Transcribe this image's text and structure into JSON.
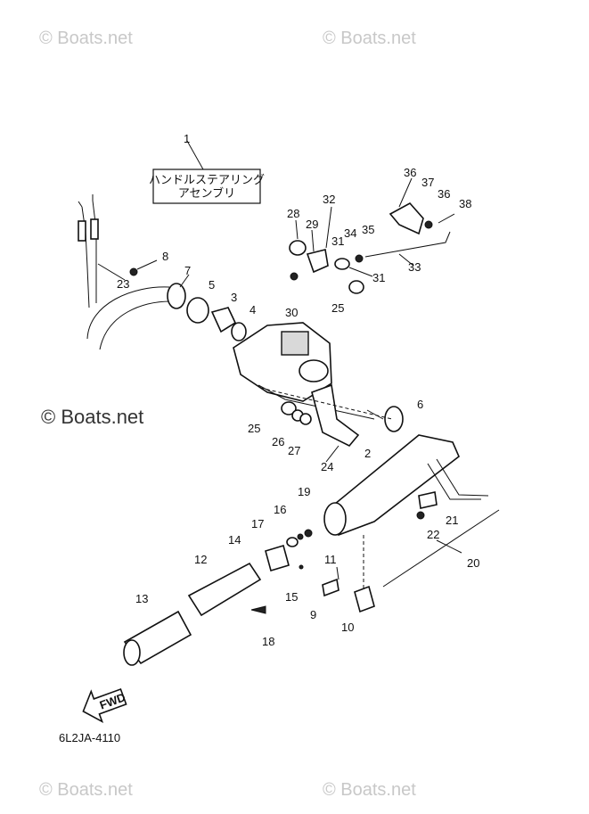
{
  "watermarks": {
    "top_left": "© Boats.net",
    "top_right": "© Boats.net",
    "middle": "© Boats.net",
    "bottom_left": "© Boats.net",
    "bottom_right": "© Boats.net"
  },
  "title_box": {
    "line1": "ハンドルステアリング",
    "line2": "アセンブリ"
  },
  "labels": {
    "p1": "1",
    "p2": "2",
    "p3": "3",
    "p4": "4",
    "p5": "5",
    "p6": "6",
    "p7": "7",
    "p8": "8",
    "p9": "9",
    "p10": "10",
    "p11": "11",
    "p12": "12",
    "p13": "13",
    "p14": "14",
    "p15": "15",
    "p16": "16",
    "p17": "17",
    "p18": "18",
    "p19": "19",
    "p20": "20",
    "p21": "21",
    "p22": "22",
    "p23": "23",
    "p24": "24",
    "p25a": "25",
    "p25b": "25",
    "p26": "26",
    "p27": "27",
    "p28": "28",
    "p29": "29",
    "p30": "30",
    "p31a": "31",
    "p31b": "31",
    "p32": "32",
    "p33": "33",
    "p34": "34",
    "p35": "35",
    "p36a": "36",
    "p36b": "36",
    "p37": "37",
    "p38": "38"
  },
  "fwd_arrow": "FWD",
  "diagram_code": "6L2JA-4110"
}
